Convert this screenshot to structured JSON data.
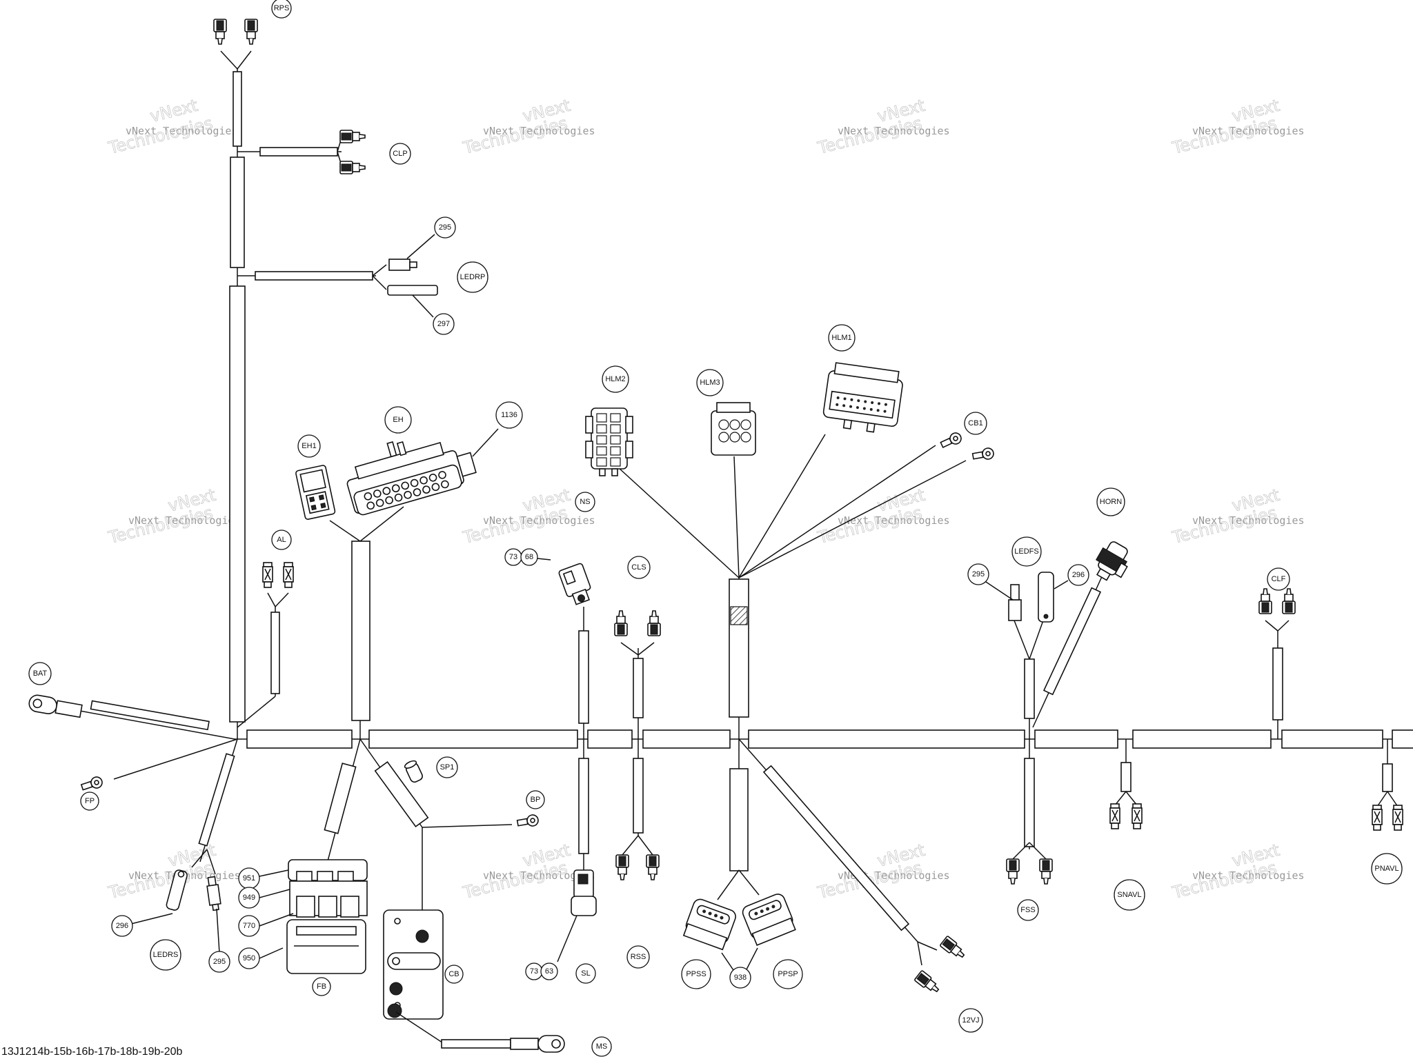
{
  "drawing_number": "13J1214b-15b-16b-17b-18b-19b-20b",
  "watermark": {
    "line1": "vNext",
    "line2": "vNext Technologies",
    "line3": "Technologies"
  },
  "callouts": [
    {
      "id": "rps",
      "text": "RPS"
    },
    {
      "id": "clp",
      "text": "CLP"
    },
    {
      "id": "n295a",
      "text": "295"
    },
    {
      "id": "ledrp",
      "text": "LEDRP"
    },
    {
      "id": "n297",
      "text": "297"
    },
    {
      "id": "hlm1",
      "text": "HLM1"
    },
    {
      "id": "hlm2",
      "text": "HLM2"
    },
    {
      "id": "hlm3",
      "text": "HLM3"
    },
    {
      "id": "eh",
      "text": "EH"
    },
    {
      "id": "n1136",
      "text": "1136"
    },
    {
      "id": "eh1",
      "text": "EH1"
    },
    {
      "id": "cb1",
      "text": "CB1"
    },
    {
      "id": "ns",
      "text": "NS"
    },
    {
      "id": "n73a",
      "text": "73"
    },
    {
      "id": "n68",
      "text": "68"
    },
    {
      "id": "cls",
      "text": "CLS"
    },
    {
      "id": "horn",
      "text": "HORN"
    },
    {
      "id": "ledfs",
      "text": "LEDFS"
    },
    {
      "id": "n295b",
      "text": "295"
    },
    {
      "id": "n296b",
      "text": "296"
    },
    {
      "id": "clf",
      "text": "CLF"
    },
    {
      "id": "al",
      "text": "AL"
    },
    {
      "id": "bat",
      "text": "BAT"
    },
    {
      "id": "fp",
      "text": "FP"
    },
    {
      "id": "sp1",
      "text": "SP1"
    },
    {
      "id": "bp",
      "text": "BP"
    },
    {
      "id": "n951",
      "text": "951"
    },
    {
      "id": "n949",
      "text": "949"
    },
    {
      "id": "n770",
      "text": "770"
    },
    {
      "id": "n950",
      "text": "950"
    },
    {
      "id": "fb",
      "text": "FB"
    },
    {
      "id": "n296a",
      "text": "296"
    },
    {
      "id": "ledrs",
      "text": "LEDRS"
    },
    {
      "id": "n295c",
      "text": "295"
    },
    {
      "id": "cb",
      "text": "CB"
    },
    {
      "id": "ms",
      "text": "MS"
    },
    {
      "id": "n73b",
      "text": "73"
    },
    {
      "id": "n63",
      "text": "63"
    },
    {
      "id": "sl",
      "text": "SL"
    },
    {
      "id": "rss",
      "text": "RSS"
    },
    {
      "id": "ppss",
      "text": "PPSS"
    },
    {
      "id": "n938",
      "text": "938"
    },
    {
      "id": "ppsp",
      "text": "PPSP"
    },
    {
      "id": "v12",
      "text": "12VJ"
    },
    {
      "id": "fss",
      "text": "FSS"
    },
    {
      "id": "snavl",
      "text": "SNAVL"
    },
    {
      "id": "pnavl",
      "text": "PNAVL"
    }
  ]
}
